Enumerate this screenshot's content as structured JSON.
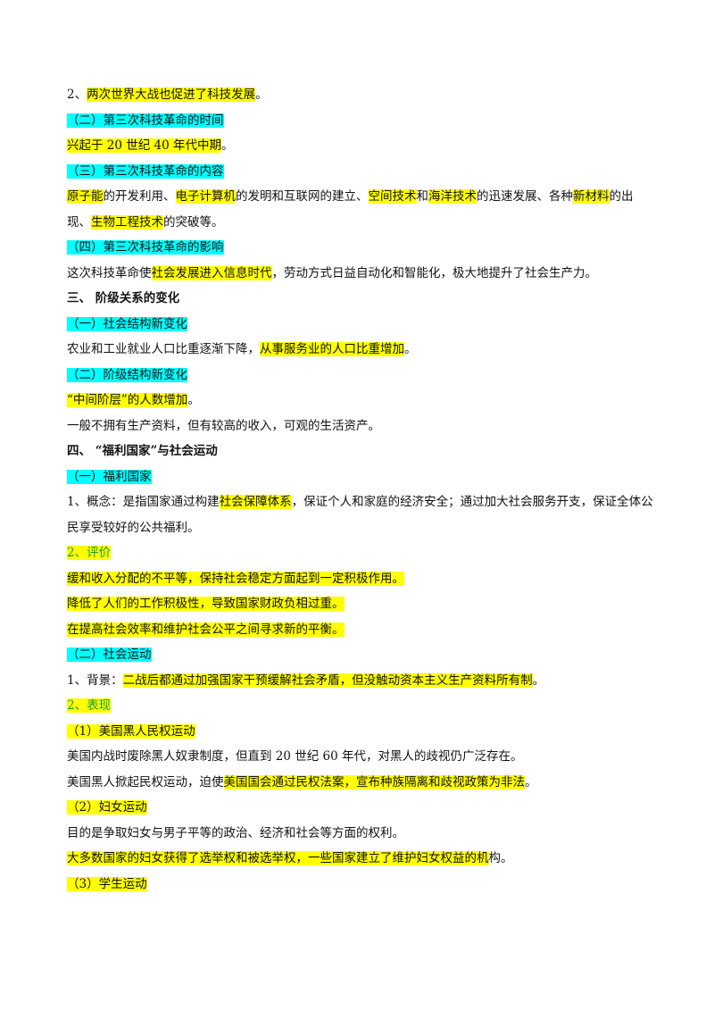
{
  "lines": [
    {
      "type": "mixed",
      "segments": [
        {
          "text": "2、",
          "hl": ""
        },
        {
          "text": "两次世界大战也促进了科技发展",
          "hl": "y"
        },
        {
          "text": "。",
          "hl": ""
        }
      ]
    },
    {
      "type": "cyan",
      "text": "（二）第三次科技革命的时间"
    },
    {
      "type": "yellow",
      "text": "兴起于 20 世纪 40 年代中期",
      "tail": "。"
    },
    {
      "type": "cyan",
      "text": "（三）第三次科技革命的内容"
    },
    {
      "type": "para",
      "segments": [
        {
          "text": "原子能",
          "hl": "y"
        },
        {
          "text": "的开发利用、",
          "hl": ""
        },
        {
          "text": "电子计算机",
          "hl": "y"
        },
        {
          "text": "的发明和互联网的建立、",
          "hl": ""
        },
        {
          "text": "空间技术",
          "hl": "y"
        },
        {
          "text": "和",
          "hl": ""
        },
        {
          "text": "海洋技术",
          "hl": "y"
        },
        {
          "text": "的迅速发展、各种",
          "hl": ""
        },
        {
          "text": "新材料",
          "hl": "y"
        },
        {
          "text": "的出现、",
          "hl": ""
        },
        {
          "text": "生物工程技术",
          "hl": "y"
        },
        {
          "text": "的突破等。",
          "hl": ""
        }
      ]
    },
    {
      "type": "cyan",
      "text": "（四）第三次科技革命的影响"
    },
    {
      "type": "mixed",
      "segments": [
        {
          "text": "这次科技革命使",
          "hl": ""
        },
        {
          "text": "社会发展进入信息时代",
          "hl": "y"
        },
        {
          "text": "，劳动方式日益自动化和智能化，极大地提升了社会生产力。",
          "hl": ""
        }
      ]
    },
    {
      "type": "heading",
      "text": "三、 阶级关系的变化"
    },
    {
      "type": "cyan",
      "text": "（一）社会结构新变化"
    },
    {
      "type": "mixed",
      "segments": [
        {
          "text": "农业和工业就业人口比重逐渐下降，",
          "hl": ""
        },
        {
          "text": "从事服务业的人口比重增加",
          "hl": "y"
        },
        {
          "text": "。",
          "hl": ""
        }
      ]
    },
    {
      "type": "cyan",
      "text": "（二）阶级结构新变化"
    },
    {
      "type": "yellow",
      "text": "“中间阶层”的人数增加",
      "tail": "。"
    },
    {
      "type": "plain",
      "text": "一般不拥有生产资料，但有较高的收入，可观的生活资产。"
    },
    {
      "type": "heading",
      "text": "四、 “福利国家”与社会运动"
    },
    {
      "type": "cyan",
      "text": "（一）福利国家"
    },
    {
      "type": "para",
      "segments": [
        {
          "text": "1、概念：是指国家通过构建",
          "hl": ""
        },
        {
          "text": "社会保障体系",
          "hl": "y"
        },
        {
          "text": "，保证个人和家庭的经济安全；通过加大社会服务开支，保证全体公民享受较好的公共福利。",
          "hl": ""
        }
      ]
    },
    {
      "type": "yellow-green",
      "text": "2、评价"
    },
    {
      "type": "yellow",
      "text": "缓和收入分配的不平等，保持社会稳定方面起到一定积极作用。"
    },
    {
      "type": "yellow",
      "text": "降低了人们的工作积极性，导致国家财政负相过重。"
    },
    {
      "type": "yellow",
      "text": "在提高社会效率和维护社会公平之间寻求新的平衡。"
    },
    {
      "type": "cyan",
      "text": "（二）社会运动"
    },
    {
      "type": "mixed",
      "segments": [
        {
          "text": "1、背景：",
          "hl": ""
        },
        {
          "text": "二战后都通过加强国家干预缓解社会矛盾，但没触动资本主义生产资料所有制",
          "hl": "y"
        },
        {
          "text": "。",
          "hl": ""
        }
      ]
    },
    {
      "type": "yellow-green",
      "text": "2、表现"
    },
    {
      "type": "yellow",
      "text": "（1）美国黑人民权运动"
    },
    {
      "type": "plain",
      "text": "美国内战时废除黑人奴隶制度，但直到 20 世纪 60 年代，对黑人的歧视仍广泛存在。"
    },
    {
      "type": "mixed",
      "segments": [
        {
          "text": "美国黑人掀起民权运动，迫使",
          "hl": ""
        },
        {
          "text": "美国国会通过民权法案，宣布种族隔离和歧视政策为非法",
          "hl": "y"
        },
        {
          "text": "。",
          "hl": ""
        }
      ]
    },
    {
      "type": "yellow",
      "text": "（2）妇女运动"
    },
    {
      "type": "plain",
      "text": "目的是争取妇女与男子平等的政治、经济和社会等方面的权利。"
    },
    {
      "type": "mixed",
      "segments": [
        {
          "text": "大多数国家的妇女获得了选举权和被选举权，一些国家建立了维护妇女权益的机",
          "hl": "y"
        },
        {
          "text": "构。",
          "hl": ""
        }
      ]
    },
    {
      "type": "yellow",
      "text": "（3）学生运动"
    }
  ]
}
